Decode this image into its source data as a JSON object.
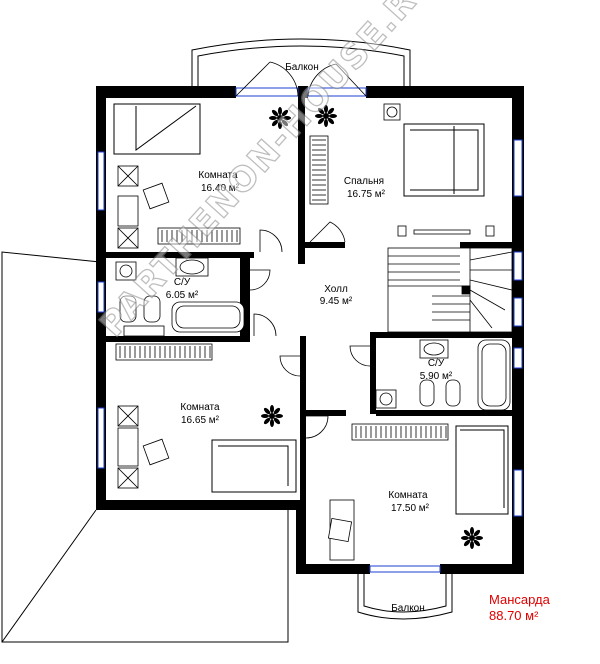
{
  "rooms": {
    "room_tl": {
      "name": "Комната",
      "area": "16.40 м²"
    },
    "bedroom": {
      "name": "Спальня",
      "area": "16.75 м²"
    },
    "bath_left": {
      "name": "С/У",
      "area": "6.05 м²"
    },
    "hall": {
      "name": "Холл",
      "area": "9.45 м²"
    },
    "bath_right": {
      "name": "С/У",
      "area": "5.90 м²"
    },
    "room_bl": {
      "name": "Комната",
      "area": "16.65 м²"
    },
    "room_br": {
      "name": "Комната",
      "area": "17.50 м²"
    }
  },
  "balcony_top": "Балкон",
  "balcony_bottom": "Балкон",
  "floor": {
    "name": "Мансарда",
    "area": "88.70 м²"
  },
  "watermark": "PARTHENON-HOUSE.RU",
  "colors": {
    "wall": "#000000",
    "window": "#1a3fd0",
    "area_text": "#e00000"
  }
}
